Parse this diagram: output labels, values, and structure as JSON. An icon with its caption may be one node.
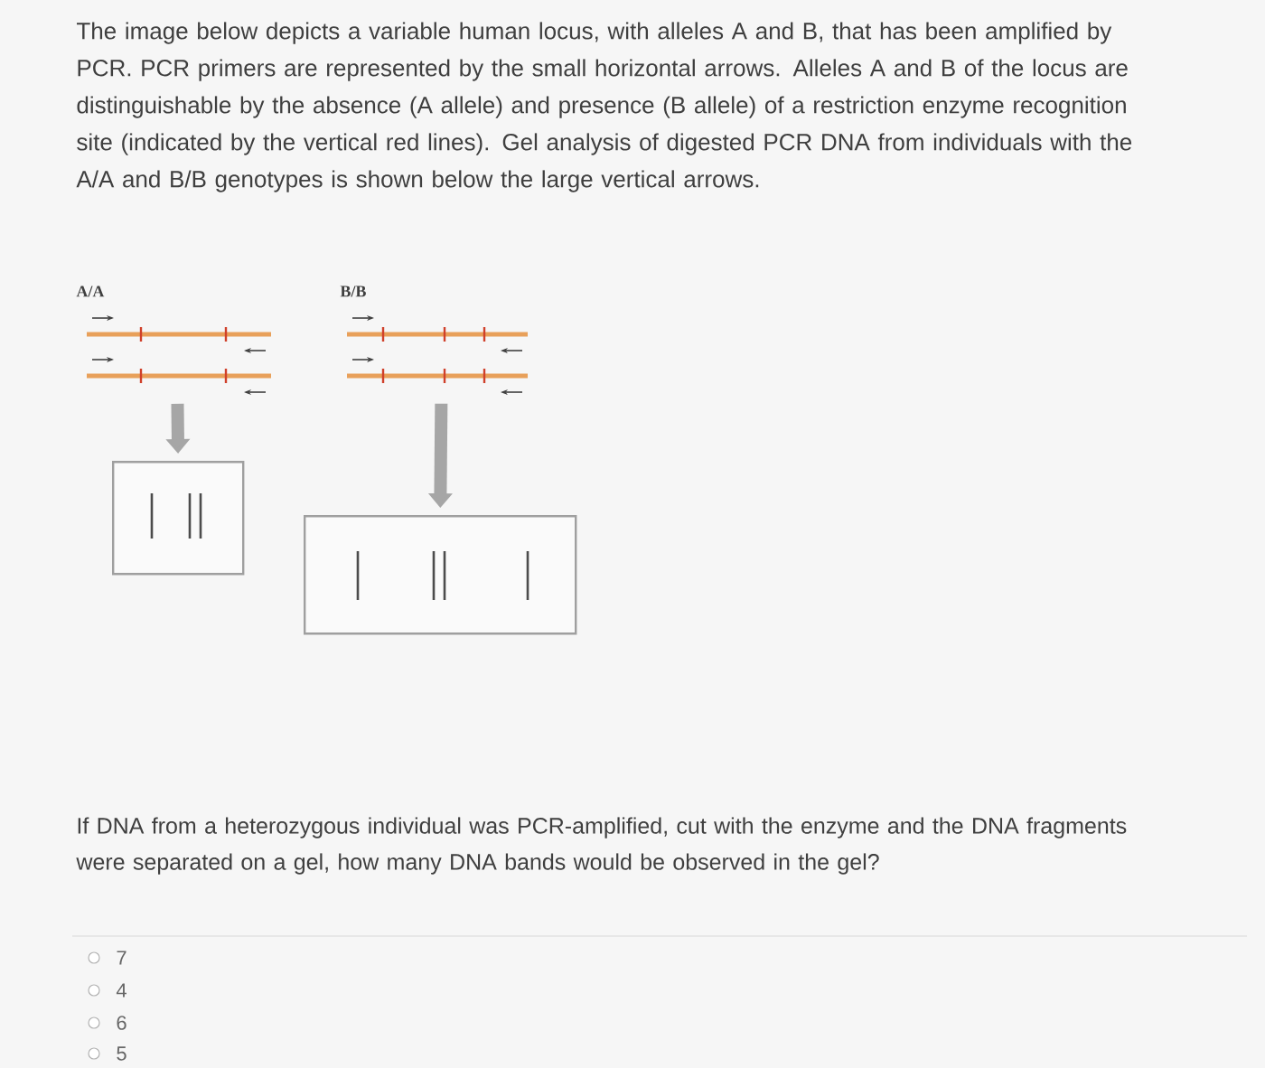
{
  "diagram": {
    "nodes": [
      {
        "text": [
          "A/A"
        ]
      },
      {
        "text": [],
        "shape": "box"
      },
      {
        "text": [
          "B/B"
        ]
      },
      {
        "text": [],
        "shape": "box"
      }
    ],
    "edges": [
      {
        "from": 0,
        "to": 1,
        "arrow": "to"
      },
      {
        "from": 2,
        "to": 3,
        "arrow": "to"
      }
    ],
    "labels": [
      "The image below depicts a variable human locus, with alleles A and B, that has been amplified by PCR.  PCR primers are represented by the small horizontal arrows. Alleles A and B of the locus are distinguishable by the absence (A allele) and presence (B allele) of a restriction enzyme recognition site (indicated by the vertical red lines). Gel analysis of digested PCR DNA from individuals with the A/A and B/B genotypes is shown below the large vertical arrows.",
      "If DNA from a heterozygous individual was PCR-amplified, cut with the enzyme and the DNA fragments were separated on a gel, how many DNA bands would be observed in the gel?",
      "7",
      "4",
      "6",
      "5"
    ]
  }
}
